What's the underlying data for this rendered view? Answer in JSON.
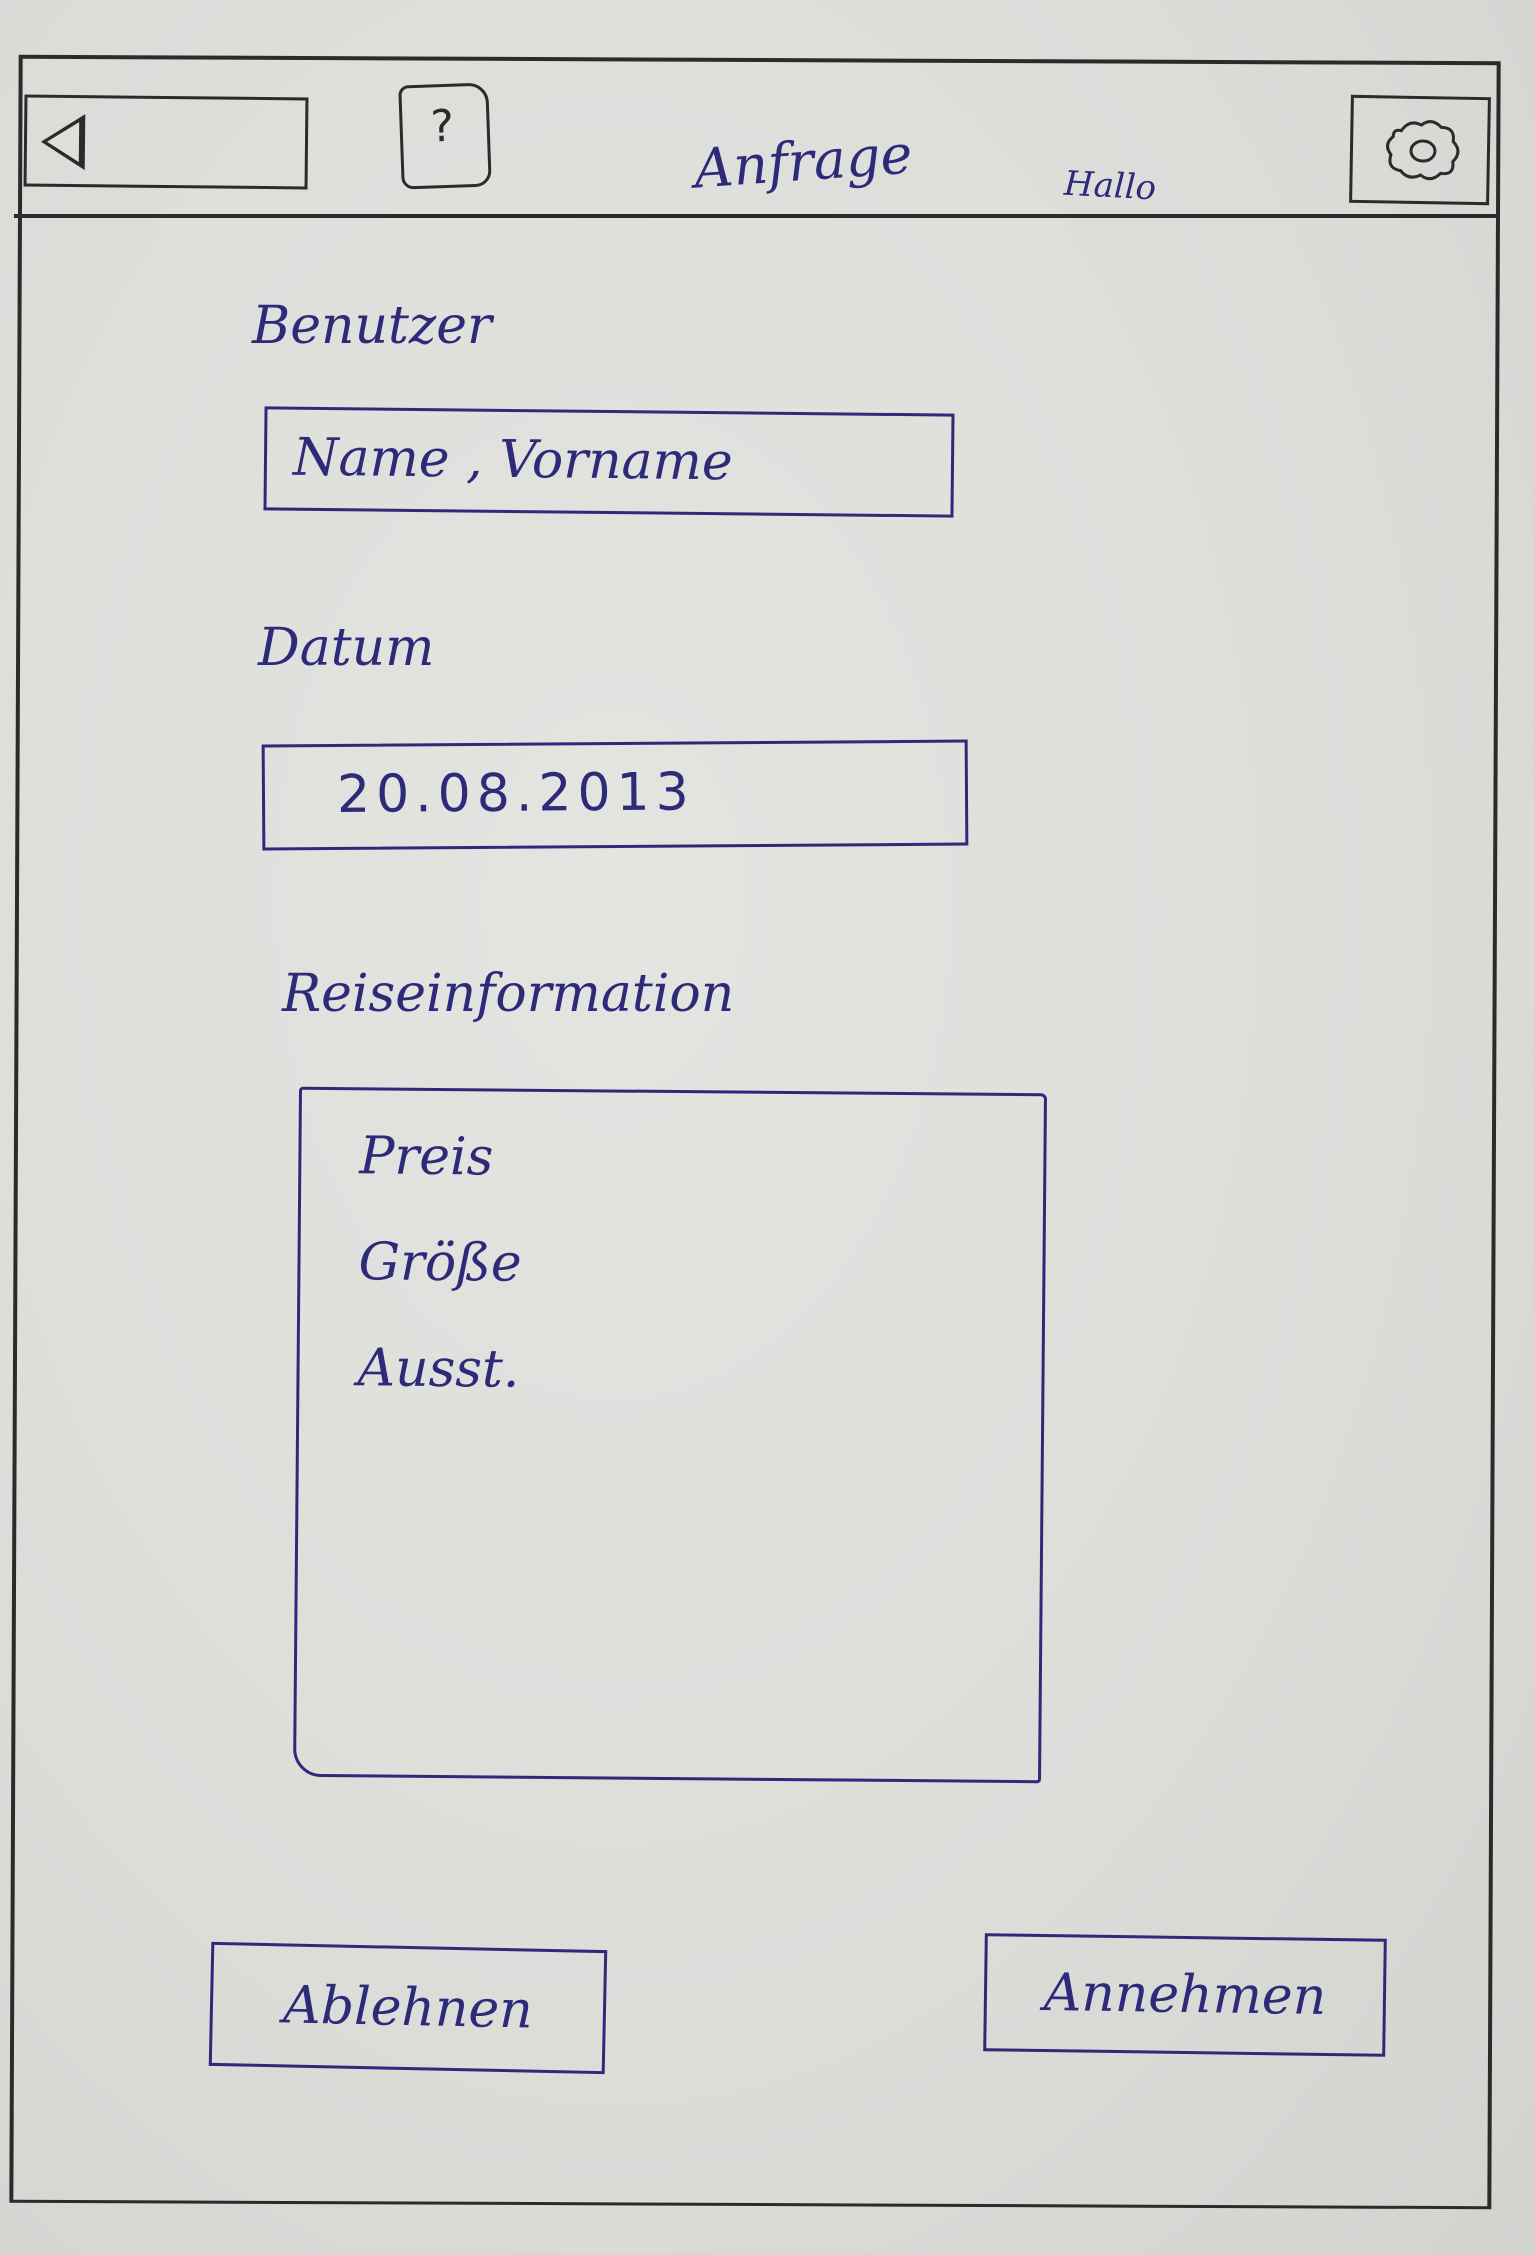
{
  "header": {
    "title": "Anfrage",
    "greeting": "Hallo",
    "back_icon": "back-triangle-icon",
    "help_icon_glyph": "?",
    "settings_icon": "gear-icon"
  },
  "form": {
    "user_label": "Benutzer",
    "user_value": "Name , Vorname",
    "date_label": "Datum",
    "date_value": "20.08.2013",
    "travel_label": "Reiseinformation",
    "travel_items": [
      "Preis",
      "Größe",
      "Ausst."
    ]
  },
  "actions": {
    "decline_label": "Ablehnen",
    "accept_label": "Annehmen"
  },
  "colors": {
    "ink": "#2e2a7a",
    "frame": "#2b2b2b",
    "paper": "#dedeDB"
  }
}
